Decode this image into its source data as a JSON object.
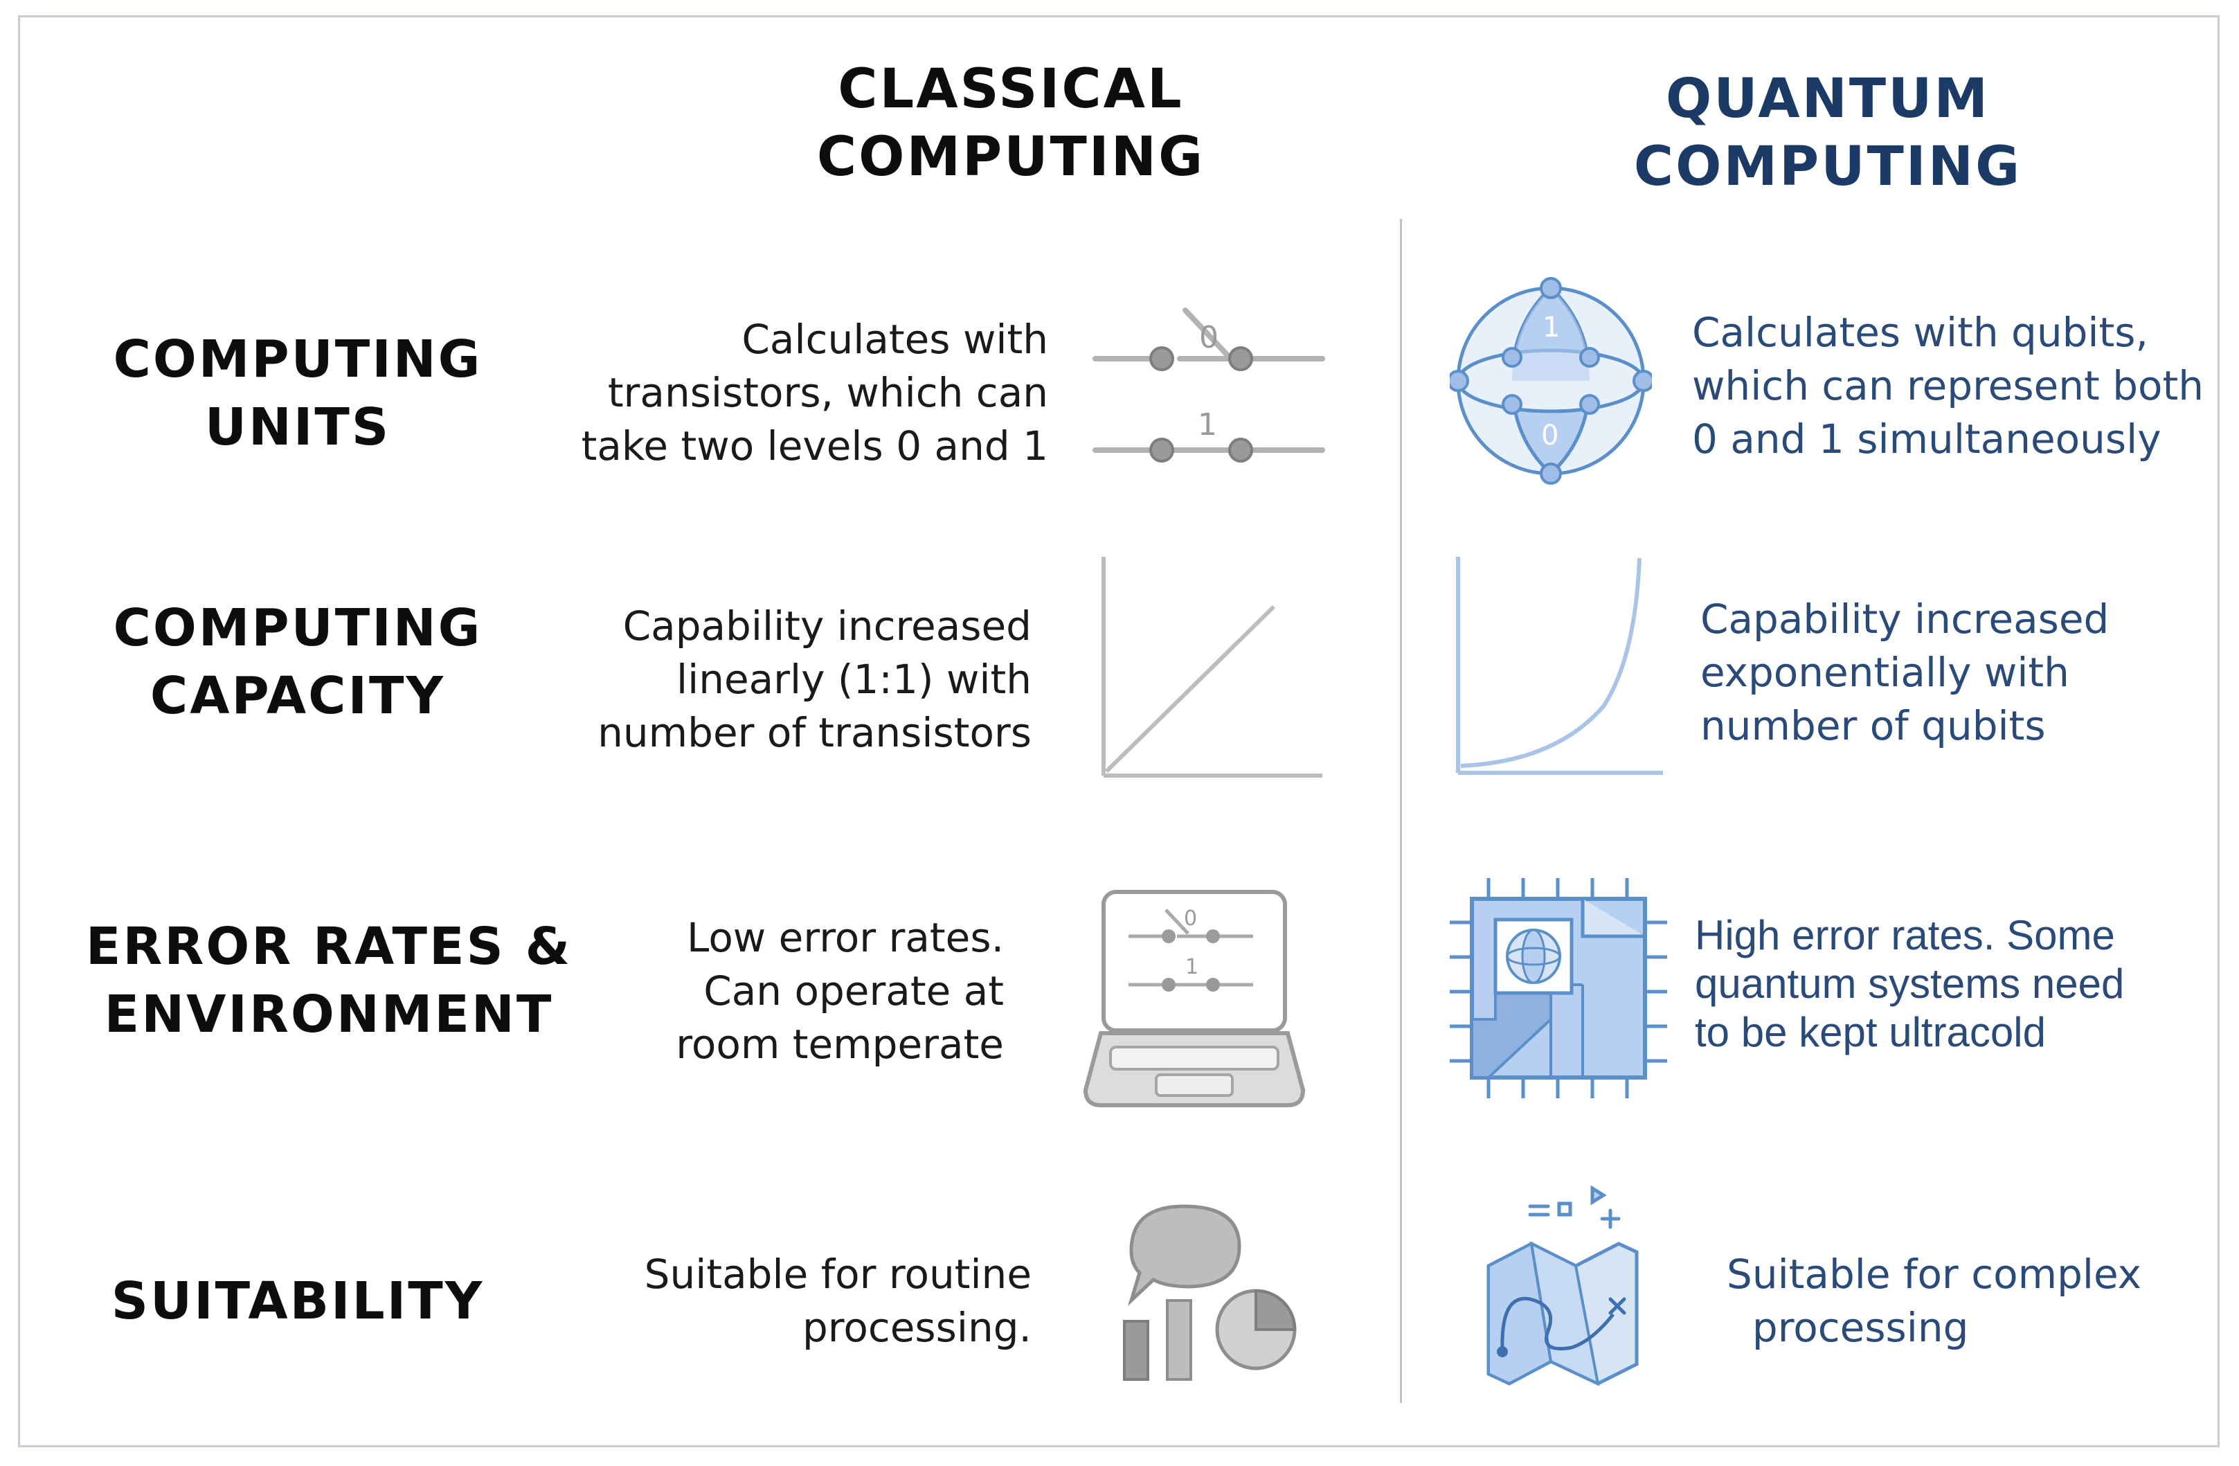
{
  "columns": {
    "classical": "CLASSICAL\nCOMPUTING",
    "quantum": "QUANTUM\nCOMPUTING"
  },
  "rows": [
    {
      "heading": "COMPUTING\nUNITS",
      "classical": "Calculates with\ntransistors, which can\ntake two levels 0 and 1",
      "classical_icon": "transistor-switch-icon",
      "quantum": "Calculates with qubits,\nwhich can represent both\n0 and 1 simultaneously",
      "quantum_icon": "qubit-sphere-icon"
    },
    {
      "heading": "COMPUTING\nCAPACITY",
      "classical": "Capability increased\nlinearly (1:1) with\nnumber of transistors",
      "classical_icon": "linear-growth-chart-icon",
      "quantum": "Capability increased\nexponentially with\nnumber of qubits",
      "quantum_icon": "exponential-growth-chart-icon"
    },
    {
      "heading": "ERROR RATES &\nENVIRONMENT",
      "classical": "Low error rates.\nCan operate at\nroom temperate",
      "classical_icon": "laptop-icon",
      "quantum": "High error rates. Some\nquantum systems need\nto be kept ultracold",
      "quantum_icon": "quantum-chip-icon"
    },
    {
      "heading": "SUITABILITY",
      "classical": "Suitable for routine\nprocessing.",
      "classical_icon": "charts-speech-bubble-icon",
      "quantum": "Suitable for complex\n  processing",
      "quantum_icon": "map-route-icon"
    }
  ],
  "icon_labels": {
    "switch_zero": "0",
    "switch_one": "1",
    "sphere_one": "1",
    "sphere_zero": "0"
  },
  "colors": {
    "classical_text": "#1a1a1a",
    "quantum_text": "#2a4a7a",
    "quantum_heading": "#1c3a66",
    "classical_icon": "#9a9a9a",
    "quantum_icon": "#5b8fc9"
  }
}
